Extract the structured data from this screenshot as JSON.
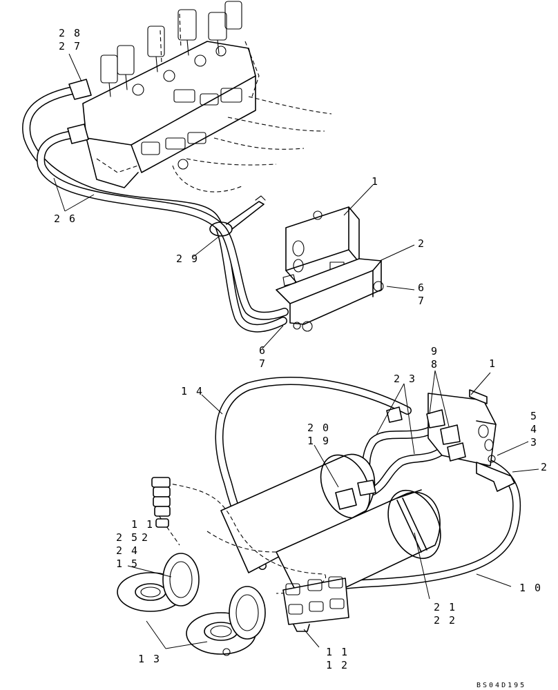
{
  "labels": {
    "l28": "2 8",
    "l27": "2 7",
    "l26": "2 6",
    "l29": "2 9",
    "l1a": "1",
    "l2a": "2",
    "l6a": "6",
    "l7a": "7",
    "l6b": "6",
    "l7b": "7",
    "l14": "1 4",
    "l23": "2 3",
    "l9": "9",
    "l8": "8",
    "l1b": "1",
    "l5": "5",
    "l4": "4",
    "l3": "3",
    "l2b": "2",
    "l20": "2 0",
    "l19": "1 9",
    "l1x": "1 1",
    "l25": "2 5",
    "l2x": "2",
    "l24": "2 4",
    "l15": "1 5",
    "l10": "1 0",
    "l21": "2 1",
    "l22": "2 2",
    "l13": "1 3",
    "l11": "1 1",
    "l12": "1 2"
  },
  "drawing_code": "BS04D195"
}
